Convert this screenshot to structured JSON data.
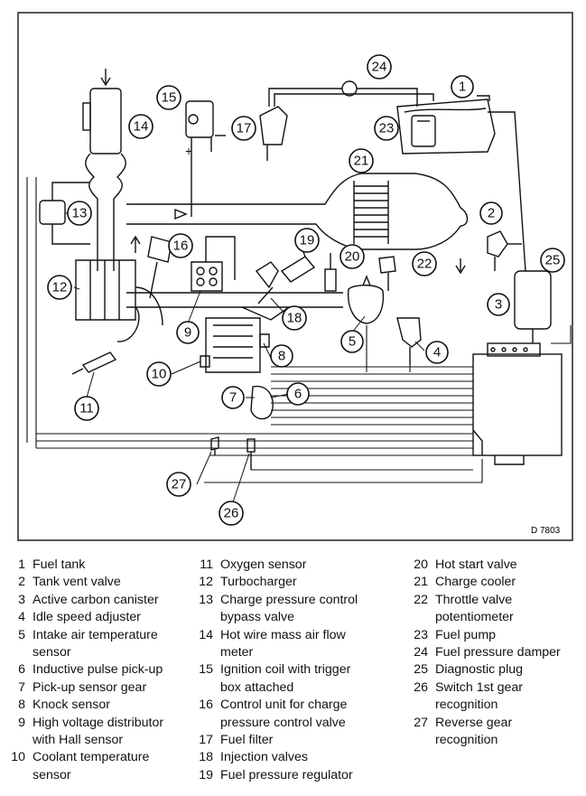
{
  "reference_code": "D 7803",
  "callouts": [
    "1",
    "2",
    "3",
    "4",
    "5",
    "6",
    "7",
    "8",
    "9",
    "10",
    "11",
    "12",
    "13",
    "14",
    "15",
    "16",
    "17",
    "18",
    "19",
    "20",
    "21",
    "22",
    "23",
    "24",
    "25",
    "26",
    "27"
  ],
  "legend": [
    {
      "num": "1",
      "text": "Fuel tank"
    },
    {
      "num": "2",
      "text": "Tank vent valve"
    },
    {
      "num": "3",
      "text": "Active carbon canister"
    },
    {
      "num": "4",
      "text": "Idle speed adjuster"
    },
    {
      "num": "5",
      "text": "Intake air temperature\nsensor"
    },
    {
      "num": "6",
      "text": "Inductive pulse pick-up"
    },
    {
      "num": "7",
      "text": "Pick-up sensor gear"
    },
    {
      "num": "8",
      "text": "Knock sensor"
    },
    {
      "num": "9",
      "text": "High voltage distributor\nwith Hall sensor"
    },
    {
      "num": "10",
      "text": "Coolant temperature\nsensor"
    },
    {
      "num": "11",
      "text": "Oxygen sensor"
    },
    {
      "num": "12",
      "text": "Turbocharger"
    },
    {
      "num": "13",
      "text": "Charge pressure control\nbypass valve"
    },
    {
      "num": "14",
      "text": "Hot wire mass air flow\nmeter"
    },
    {
      "num": "15",
      "text": "Ignition coil with trigger\nbox attached"
    },
    {
      "num": "16",
      "text": "Control unit for charge\npressure control valve"
    },
    {
      "num": "17",
      "text": "Fuel filter"
    },
    {
      "num": "18",
      "text": "Injection valves"
    },
    {
      "num": "19",
      "text": "Fuel pressure regulator"
    },
    {
      "num": "20",
      "text": "Hot start valve"
    },
    {
      "num": "21",
      "text": "Charge cooler"
    },
    {
      "num": "22",
      "text": "Throttle valve\npotentiometer"
    },
    {
      "num": "23",
      "text": "Fuel pump"
    },
    {
      "num": "24",
      "text": "Fuel pressure damper"
    },
    {
      "num": "25",
      "text": "Diagnostic plug"
    },
    {
      "num": "26",
      "text": "Switch 1st gear\nrecognition"
    },
    {
      "num": "27",
      "text": "Reverse gear\nrecognition"
    }
  ]
}
